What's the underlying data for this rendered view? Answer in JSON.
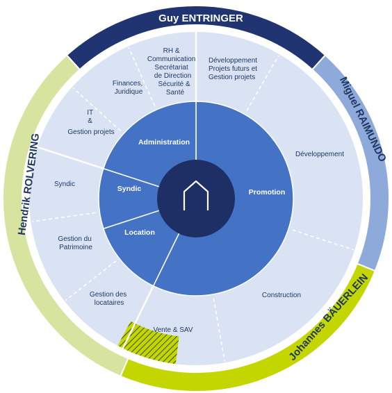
{
  "colors": {
    "navy": "#1f3470",
    "dark_blue": "#1e2f66",
    "mid_blue": "#4472c4",
    "light_blue": "#8eaadb",
    "pale_blue": "#dae3f3",
    "lime": "#c4d600",
    "pale_lime": "#d6e4a0",
    "white": "#ffffff"
  },
  "people": {
    "top": "Guy ENTRINGER",
    "right": "Miguel RAIMUNDO",
    "bottom_right": "Johannes BÄUERLEIN",
    "left": "Hendrik ROLVERING"
  },
  "core": {
    "administration": "Administration",
    "syndic": "Syndic",
    "location": "Location",
    "promotion": "Promotion",
    "center_icon": "house-outline-icon"
  },
  "segments": {
    "rh": [
      "RH &",
      "Communication",
      "Secrétariat",
      "de Direction",
      "Sécurité &",
      "Santé"
    ],
    "finances": [
      "Finances,",
      "Juridique"
    ],
    "it": [
      "IT",
      "&",
      "Gestion projets"
    ],
    "syndic": [
      "Syndic"
    ],
    "patrimoine": [
      "Gestion du",
      "Patrimoine"
    ],
    "locataires": [
      "Gestion des",
      "locataires"
    ],
    "vente": [
      "Vente & SAV"
    ],
    "construction": [
      "Construction"
    ],
    "developpement": [
      "Développement"
    ],
    "dev_projets": [
      "Développement",
      "Projets futurs et",
      "Gestion projets"
    ]
  }
}
